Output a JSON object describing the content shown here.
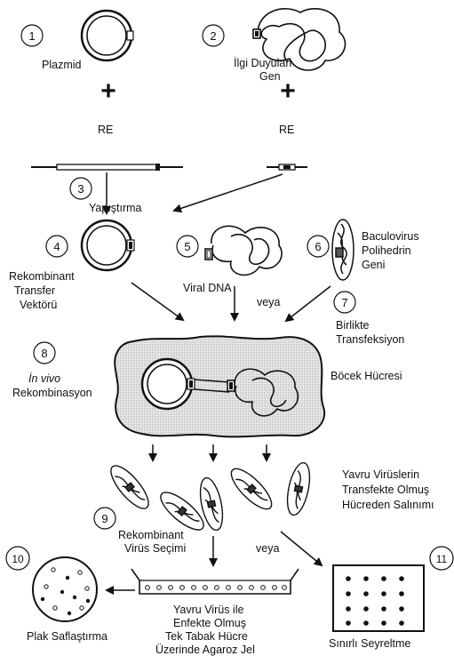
{
  "steps": {
    "s1": "1",
    "s2": "2",
    "s3": "3",
    "s4": "4",
    "s5": "5",
    "s6": "6",
    "s7": "7",
    "s8": "8",
    "s9": "9",
    "s10": "10",
    "s11": "11"
  },
  "labels": {
    "plasmid": "Plazmid",
    "gene_line1": "İlgi Duyulan",
    "gene_line2": "Gen",
    "re_left": "RE",
    "re_right": "RE",
    "plus_symbol": "+",
    "ligation": "Yapıştırma",
    "recomb_vector_line1": "Rekombinant",
    "recomb_vector_line2": "Transfer",
    "recomb_vector_line3": "Vektörü",
    "viral_dna": "Viral DNA",
    "or_1": "veya",
    "baculo_line1": "Baculovirus",
    "baculo_line2": "Polihedrin",
    "baculo_line3": "Geni",
    "cotransfection_line1": "Birlikte",
    "cotransfection_line2": "Transfeksiyon",
    "in_vivo_line1": "İn vivo",
    "in_vivo_line2": "Rekombinasyon",
    "insect_cell": "Böcek Hücresi",
    "progeny_line1": "Yavru Virüslerin",
    "progeny_line2": "Transfekte Olmuş",
    "progeny_line3": "Hücreden Salınımı",
    "selection_line1": "Rekombinant",
    "selection_line2": "Virüs Seçimi",
    "or_2": "veya",
    "agar_line1": "Yavru Virüs ile",
    "agar_line2": "Enfekte Olmuş",
    "agar_line3": "Tek Tabak Hücre",
    "agar_line4": "Üzerinde Agaroz Jel",
    "plaque_purification": "Plak Saflaştırma",
    "limiting_dilution": "Sınırlı Seyreltme"
  }
}
